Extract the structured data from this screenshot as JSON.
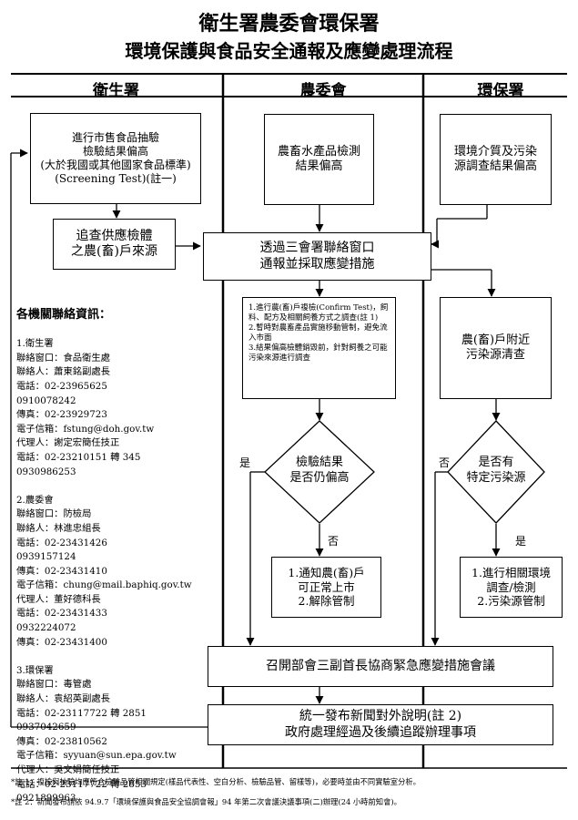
{
  "title": {
    "line1": "衛生署農委會環保署",
    "line2": "環境保護與食品安全通報及應變處理流程"
  },
  "columns": [
    "衛生署",
    "農委會",
    "環保署"
  ],
  "boxes": {
    "screening": "進行市售食品抽驗\n檢驗結果偏高\n(大於我國或其他國家食品標準)\n(Screening Test)(註一)",
    "agri_detect": "農畜水產品檢測\n結果偏高",
    "env_detect": "環境介質及污染\n源調查結果偏高",
    "trace_source": "追查供應檢體\n之農(畜)戶來源",
    "notify_window": "透過三會署聯絡窗口\n通報並採取應變措施",
    "agri_actions": "1.進行農(畜)戶複檢(Confirm Test)，飼料、配方及相關飼養方式之調查(註 1)\n2.暫時對農畜產品實施移動管制，避免流入市面\n3.結果偏高檢體銷毀前，針對飼養之可能污染來源進行調查",
    "pollution_check": "農(畜)戶附近\n污染源清查",
    "notify_farmer": "1.通知農(畜)戶\n可正常上市\n2.解除管制",
    "env_actions": "1.進行相關環境\n調查/檢測\n2.污染源管制",
    "meeting": "召開部會三副首長協商緊急應變措施會議",
    "press": "統一發布新聞對外說明(註 2)\n政府處理經過及後續追蹤辦理事項"
  },
  "decisions": {
    "agri": "檢驗結果\n是否仍偏高",
    "env": "是否有\n特定污染源"
  },
  "labels": {
    "agri_yes": "是",
    "agri_no": "否",
    "env_no": "否",
    "env_yes": "是"
  },
  "contacts": {
    "heading": "各機關聯絡資訊：",
    "doh": "1.衛生署\n   聯絡窗口：食品衛生處\n   聯絡人：蕭東銘副處長\n   電話：02-23965625\n              0910078242\n   傳真：02-23929723\n   電子信箱：fstung@doh.gov.tw\n          代理人：謝定宏簡任技正\n          電話：02-23210151 轉 345\n                     0930986253",
    "coa": "2.農委會\n   聯絡窗口：防檢局\n   聯絡人：林進忠組長\n   電話：02-23431426\n              0939157124\n   傳真：02-23431410\n   電子信箱：chung@mail.baphiq.gov.tw\n          代理人：董好德科長\n          電話：02-23431433\n                     0932224072\n          傳真：02-23431400",
    "epa": "3.環保署\n   聯絡窗口：毒管處\n   聯絡人：袁紹英副處長\n   電話：02-23117722 轉 2851\n              0937042659\n   傳真：02-23810562\n   電子信箱：syyuan@sun.epa.gov.tw\n          代理人：吳文娟簡任技正\n          電話：02-23117722 轉 2853\n                     0921899963"
  },
  "notes": {
    "note1": "*註 1：複檢與抽驗均應符合檢驗品管相關規定(樣品代表性、空白分析、檢驗品管、留樣等)，必要時並由不同實驗室分析。",
    "note2": "*註 2：新聞發布請依 94.9.7「環境保護與食品安全協調會報」94 年第二次會議決議事項(二)辦理(24 小時前知會)。"
  }
}
